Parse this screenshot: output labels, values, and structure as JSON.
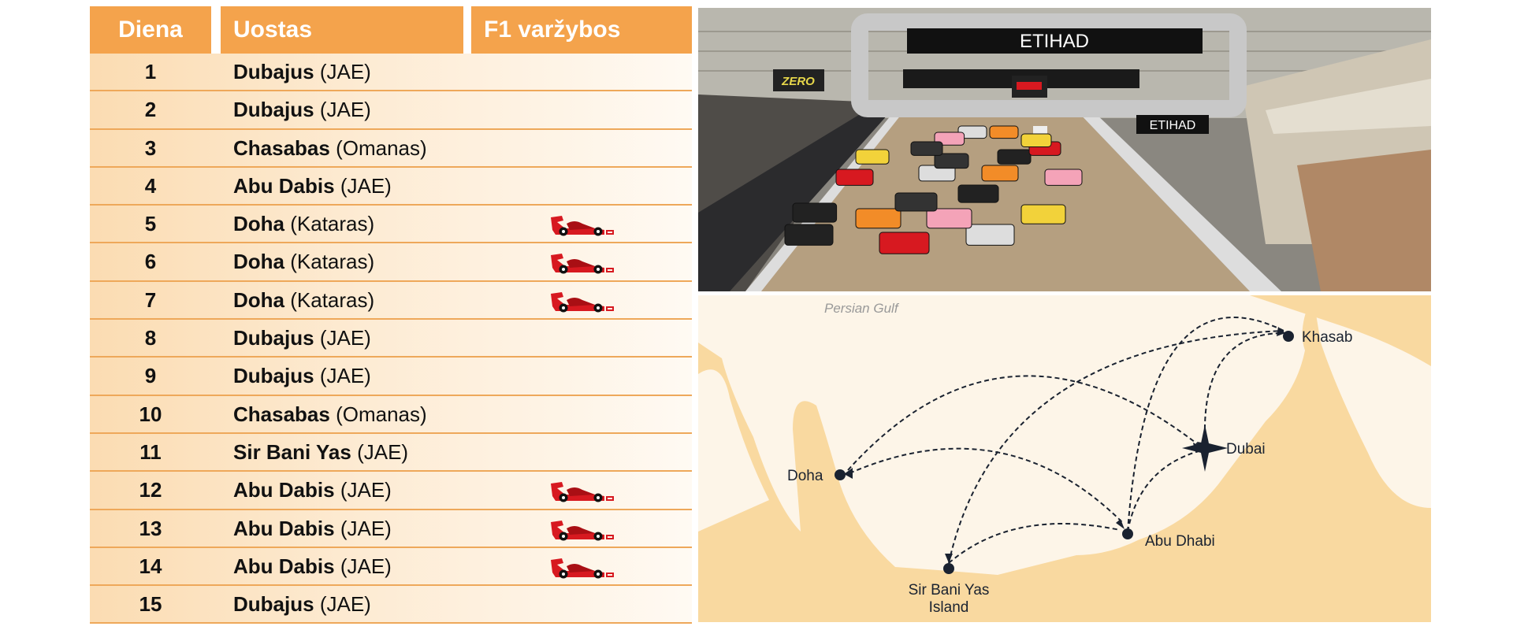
{
  "table": {
    "headers": {
      "day": "Diena",
      "port": "Uostas",
      "f1": "F1 varžybos"
    },
    "rows": [
      {
        "day": "1",
        "city": "Dubajus",
        "country": "(JAE)",
        "f1": false
      },
      {
        "day": "2",
        "city": "Dubajus",
        "country": "(JAE)",
        "f1": false
      },
      {
        "day": "3",
        "city": "Chasabas",
        "country": "(Omanas)",
        "f1": false
      },
      {
        "day": "4",
        "city": "Abu Dabis",
        "country": "(JAE)",
        "f1": false
      },
      {
        "day": "5",
        "city": "Doha",
        "country": "(Kataras)",
        "f1": true
      },
      {
        "day": "6",
        "city": "Doha",
        "country": "(Kataras)",
        "f1": true
      },
      {
        "day": "7",
        "city": "Doha",
        "country": "(Kataras)",
        "f1": true
      },
      {
        "day": "8",
        "city": "Dubajus",
        "country": "(JAE)",
        "f1": false
      },
      {
        "day": "9",
        "city": "Dubajus",
        "country": "(JAE)",
        "f1": false
      },
      {
        "day": "10",
        "city": "Chasabas",
        "country": "(Omanas)",
        "f1": false
      },
      {
        "day": "11",
        "city": "Sir Bani Yas",
        "country": "(JAE)",
        "f1": false
      },
      {
        "day": "12",
        "city": "Abu Dabis",
        "country": "(JAE)",
        "f1": true
      },
      {
        "day": "13",
        "city": "Abu Dabis",
        "country": "(JAE)",
        "f1": true
      },
      {
        "day": "14",
        "city": "Abu Dabis",
        "country": "(JAE)",
        "f1": true
      },
      {
        "day": "15",
        "city": "Dubajus",
        "country": "(JAE)",
        "f1": false
      }
    ]
  },
  "photo": {
    "sponsor_main": "ETIHAD",
    "sponsor_small": "ETIHAD",
    "sponsor_left": "ZERO"
  },
  "map": {
    "sea_label": "Persian Gulf",
    "places": {
      "khasab": "Khasab",
      "dubai": "Dubai",
      "doha": "Doha",
      "abu_dhabi": "Abu Dhabi",
      "sir_bani_yas_1": "Sir Bani Yas",
      "sir_bani_yas_2": "Island"
    }
  },
  "colors": {
    "header": "#f4a34c",
    "divider": "#eea85a",
    "land": "#f9d9a0",
    "sea": "#fdf5e8",
    "car": "#d71920"
  }
}
